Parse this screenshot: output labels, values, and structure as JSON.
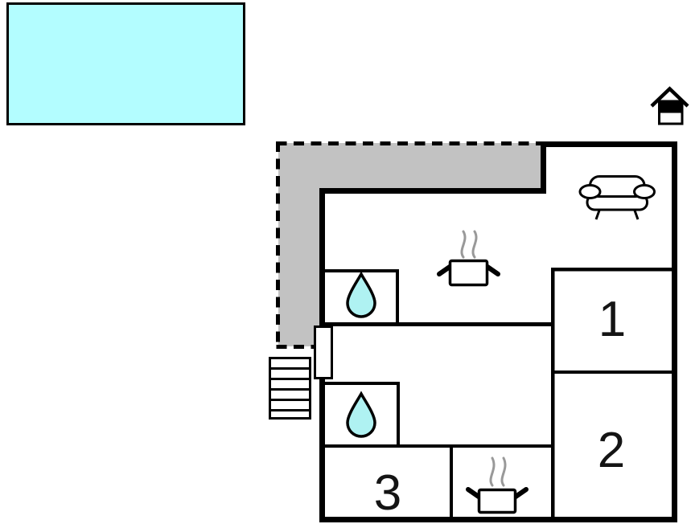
{
  "colors": {
    "background": "#ffffff",
    "wall": "#000000",
    "pool_fill": "#b3fdff",
    "terrace_fill": "#c2c2c2",
    "water_drop_fill": "#aff2f2",
    "steam": "#999999"
  },
  "rooms": {
    "room1": {
      "label": "1"
    },
    "room2": {
      "label": "2"
    },
    "room3": {
      "label": "3"
    }
  },
  "icons": {
    "pool": "swimming-pool",
    "house": "house-icon",
    "sofa": "sofa-icon",
    "stove_main": "cooking-pot-icon",
    "stove_secondary": "cooking-pot-icon",
    "bath_top": "water-drop-icon",
    "bath_bottom": "water-drop-icon",
    "stairs": "stairs-icon",
    "door": "door-icon"
  }
}
